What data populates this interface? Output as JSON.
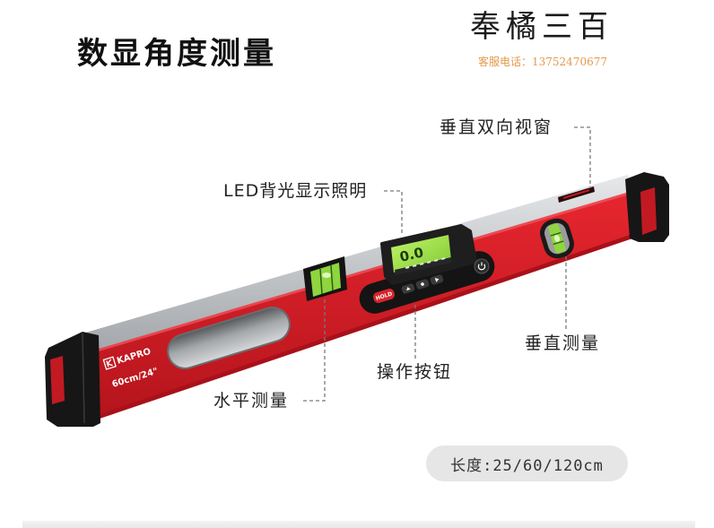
{
  "title": "数显角度测量",
  "logo": {
    "text": "奉橘三百",
    "phone": "客服电话：13752470677"
  },
  "callouts": {
    "dual_window": "垂直双向视窗",
    "led_backlight": "LED背光显示照明",
    "vertical_measure": "垂直测量",
    "buttons": "操作按钮",
    "horizontal_measure": "水平测量"
  },
  "length_label": "长度:25/60/120cm",
  "product": {
    "brand": "KAPRO",
    "size": "60cm/24\"",
    "hold_label": "HOLD",
    "display_reading": "0.0"
  },
  "colors": {
    "body_red": "#d42029",
    "body_red_dark": "#a8111a",
    "silver_light": "#e6e8ea",
    "silver_dark": "#a3a7ab",
    "cap_black": "#161616",
    "lcd_green": "#a6e64a",
    "vial_green": "#8fd53e",
    "phone_orange": "#e39a4c",
    "callout_line": "#7a7a7a",
    "pill_bg": "#e6e6e6"
  }
}
